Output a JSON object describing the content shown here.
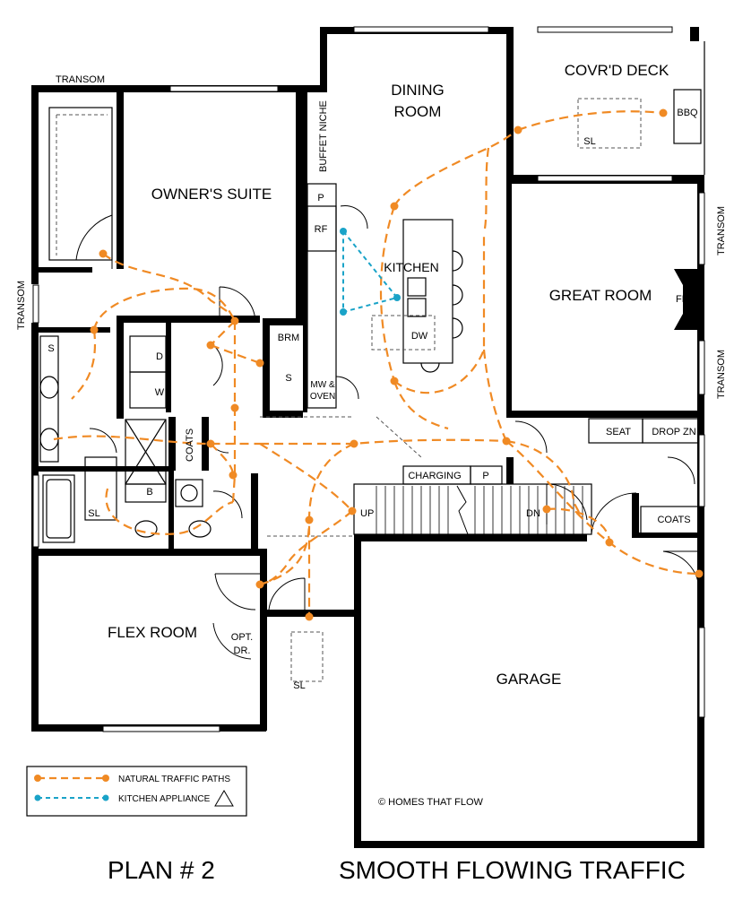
{
  "rooms": {
    "dining": [
      "DINING",
      "ROOM"
    ],
    "deck": "COVR'D DECK",
    "owners_suite": "OWNER'S SUITE",
    "kitchen": "KITCHEN",
    "great_room": "GREAT ROOM",
    "flex_room": "FLEX ROOM",
    "garage": "GARAGE"
  },
  "labels": {
    "transom_top": "TRANSOM",
    "transom_left": "TRANSOM",
    "transom_right_top": "TRANSOM",
    "transom_right_bottom": "TRANSOM",
    "buffet_niche": "BUFFET NICHE",
    "bbq": "BBQ",
    "sl_deck": "SL",
    "pantry": "P",
    "rf": "RF",
    "fp": "FP",
    "dw": "DW",
    "brm": "BRM",
    "s_storage": "S",
    "mw_oven": [
      "MW &",
      "OVEN"
    ],
    "s_bath": "S",
    "dryer": "D",
    "washer": "W",
    "coats_left": "COATS",
    "sl_bath": "SL",
    "b": "B",
    "seat": "SEAT",
    "drop_zn": "DROP ZN",
    "coats_right": "COATS",
    "charging": "CHARGING",
    "p_charging": "P",
    "up": "UP",
    "dn": "DN",
    "opt_dr": [
      "OPT.",
      "DR."
    ],
    "sl_entry": "SL",
    "copyright": "© HOMES THAT FLOW"
  },
  "legend": {
    "traffic": "NATURAL TRAFFIC PATHS",
    "appliance": "KITCHEN APPLIANCE"
  },
  "footer": {
    "plan": "PLAN # 2",
    "title": "SMOOTH FLOWING TRAFFIC"
  },
  "colors": {
    "traffic_path": "#f08a24",
    "kitchen_triangle": "#1aa3c8",
    "walls": "#000000"
  }
}
